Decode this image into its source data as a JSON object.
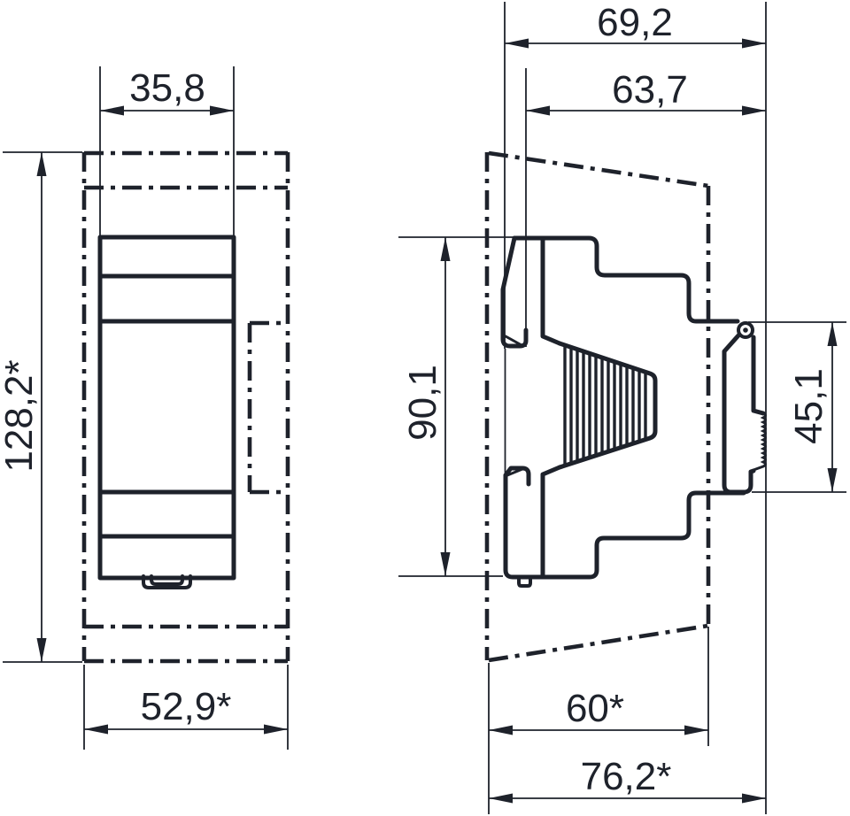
{
  "drawing": {
    "colors": {
      "ink": "#1e222b",
      "paper": "#ffffff"
    }
  },
  "front_view": {
    "width": "35,8",
    "height": "128,2*",
    "cutout_width": "52,9*"
  },
  "side_view": {
    "depth_total": "69,2",
    "depth_recessed": "63,7",
    "body_height": "90,1",
    "rail_clip_height": "45,1",
    "cutout_depth": "60*",
    "depth_with_clip": "76,2*"
  }
}
